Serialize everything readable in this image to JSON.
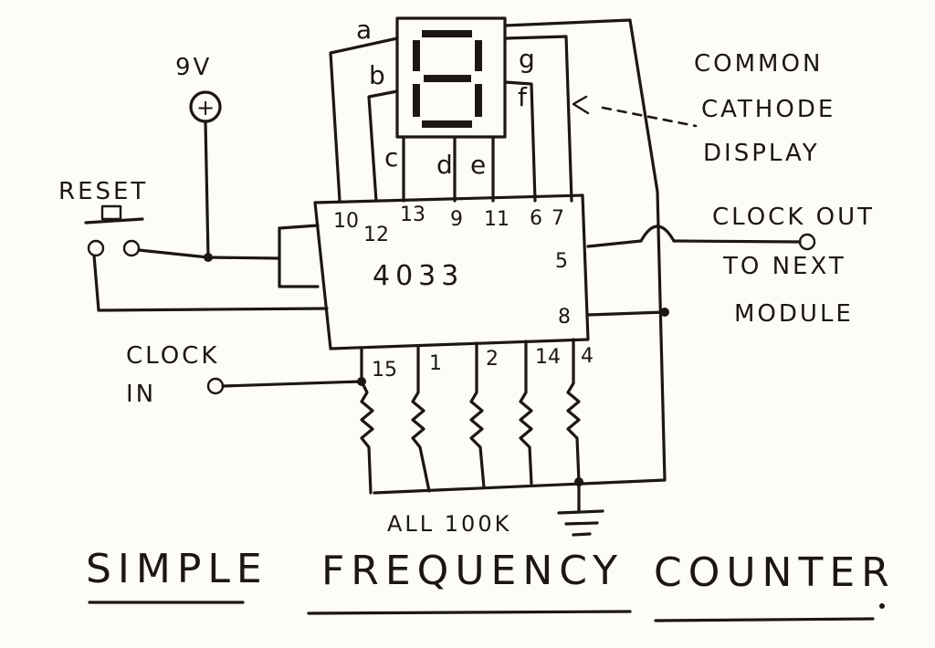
{
  "voltage_label": "9V",
  "plus_symbol": "+",
  "reset_label": "RESET",
  "chip_name": "4033",
  "display_label": [
    "COMMON",
    "CATHODE",
    "DISPLAY"
  ],
  "clock_out_label": [
    "CLOCK OUT",
    "TO NEXT",
    "MODULE"
  ],
  "clock_in_label": [
    "CLOCK",
    "IN"
  ],
  "resistor_note": "ALL 100K",
  "title_words": [
    "SIMPLE",
    "FREQUENCY",
    "COUNTER"
  ],
  "segments": {
    "a": "a",
    "b": "b",
    "c": "c",
    "d": "d",
    "e": "e",
    "f": "f",
    "g": "g"
  },
  "pins": {
    "top": [
      "10",
      "12",
      "13",
      "9",
      "11",
      "6",
      "7"
    ],
    "right": [
      "5",
      "8"
    ],
    "bottom": [
      "15",
      "1",
      "2",
      "14",
      "4"
    ]
  }
}
